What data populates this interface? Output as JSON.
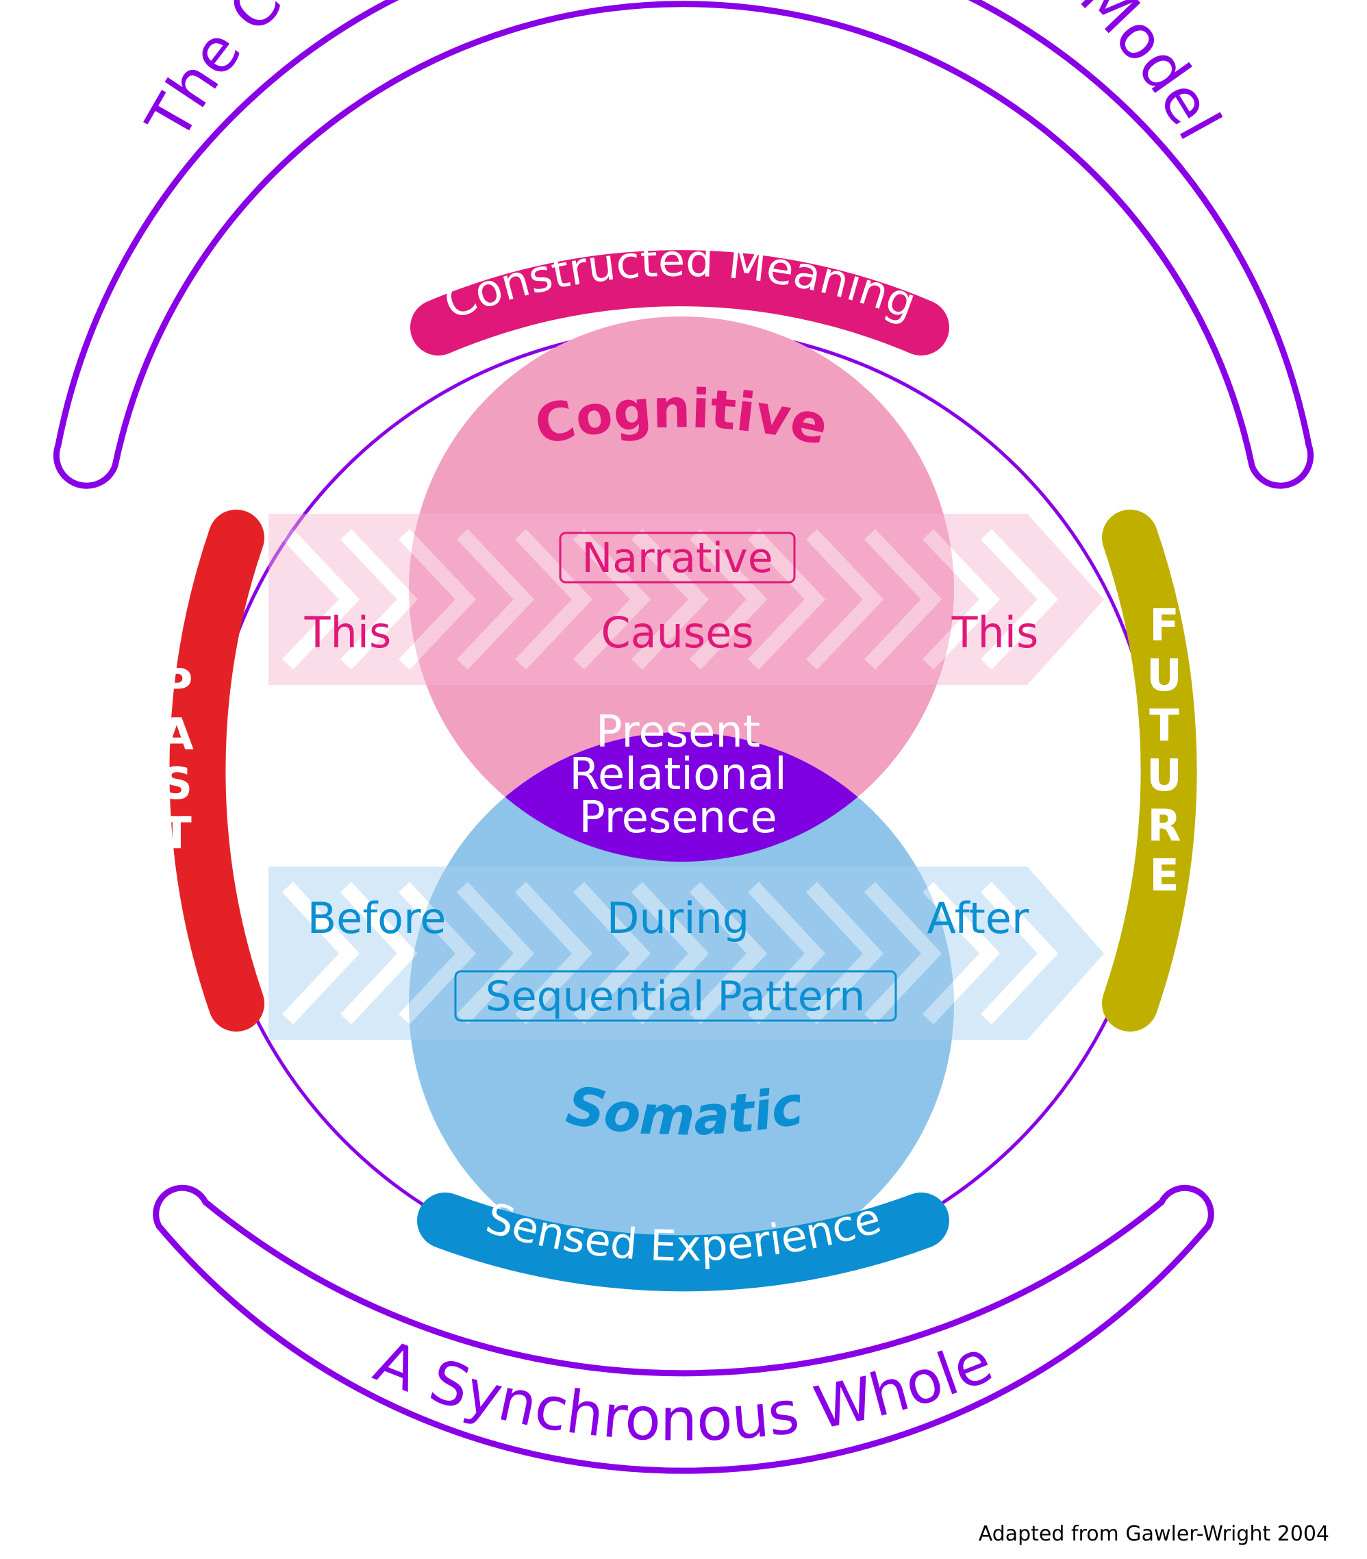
{
  "title": "The Contemporary Psychotherapy Model",
  "subtitle": "A Synchronous Whole",
  "top_band": "Constructed Meaning",
  "bottom_band": "Sensed Experience",
  "left_bar": "PAST",
  "right_bar": "FUTURE",
  "cognitive_circle": {
    "label": "Cognitive",
    "box_label": "Narrative",
    "arrow_words": [
      "This",
      "Causes",
      "This"
    ]
  },
  "somatic_circle": {
    "label": "Somatic",
    "box_label": "Sequential Pattern",
    "arrow_words": [
      "Before",
      "During",
      "After"
    ]
  },
  "center": {
    "line1": "Present",
    "line2": "Relational",
    "line3": "Presence"
  },
  "credit": "Adapted from Gawler-Wright 2004",
  "colors": {
    "purple": "#8a00e6",
    "magenta": "#e0187a",
    "pink_circle": "#f2a0c0",
    "blue": "#0b8fd2",
    "blue_circle": "#8ec4ea",
    "red": "#e32127",
    "olive": "#bfb000",
    "center_fill": "#7f00e0"
  }
}
